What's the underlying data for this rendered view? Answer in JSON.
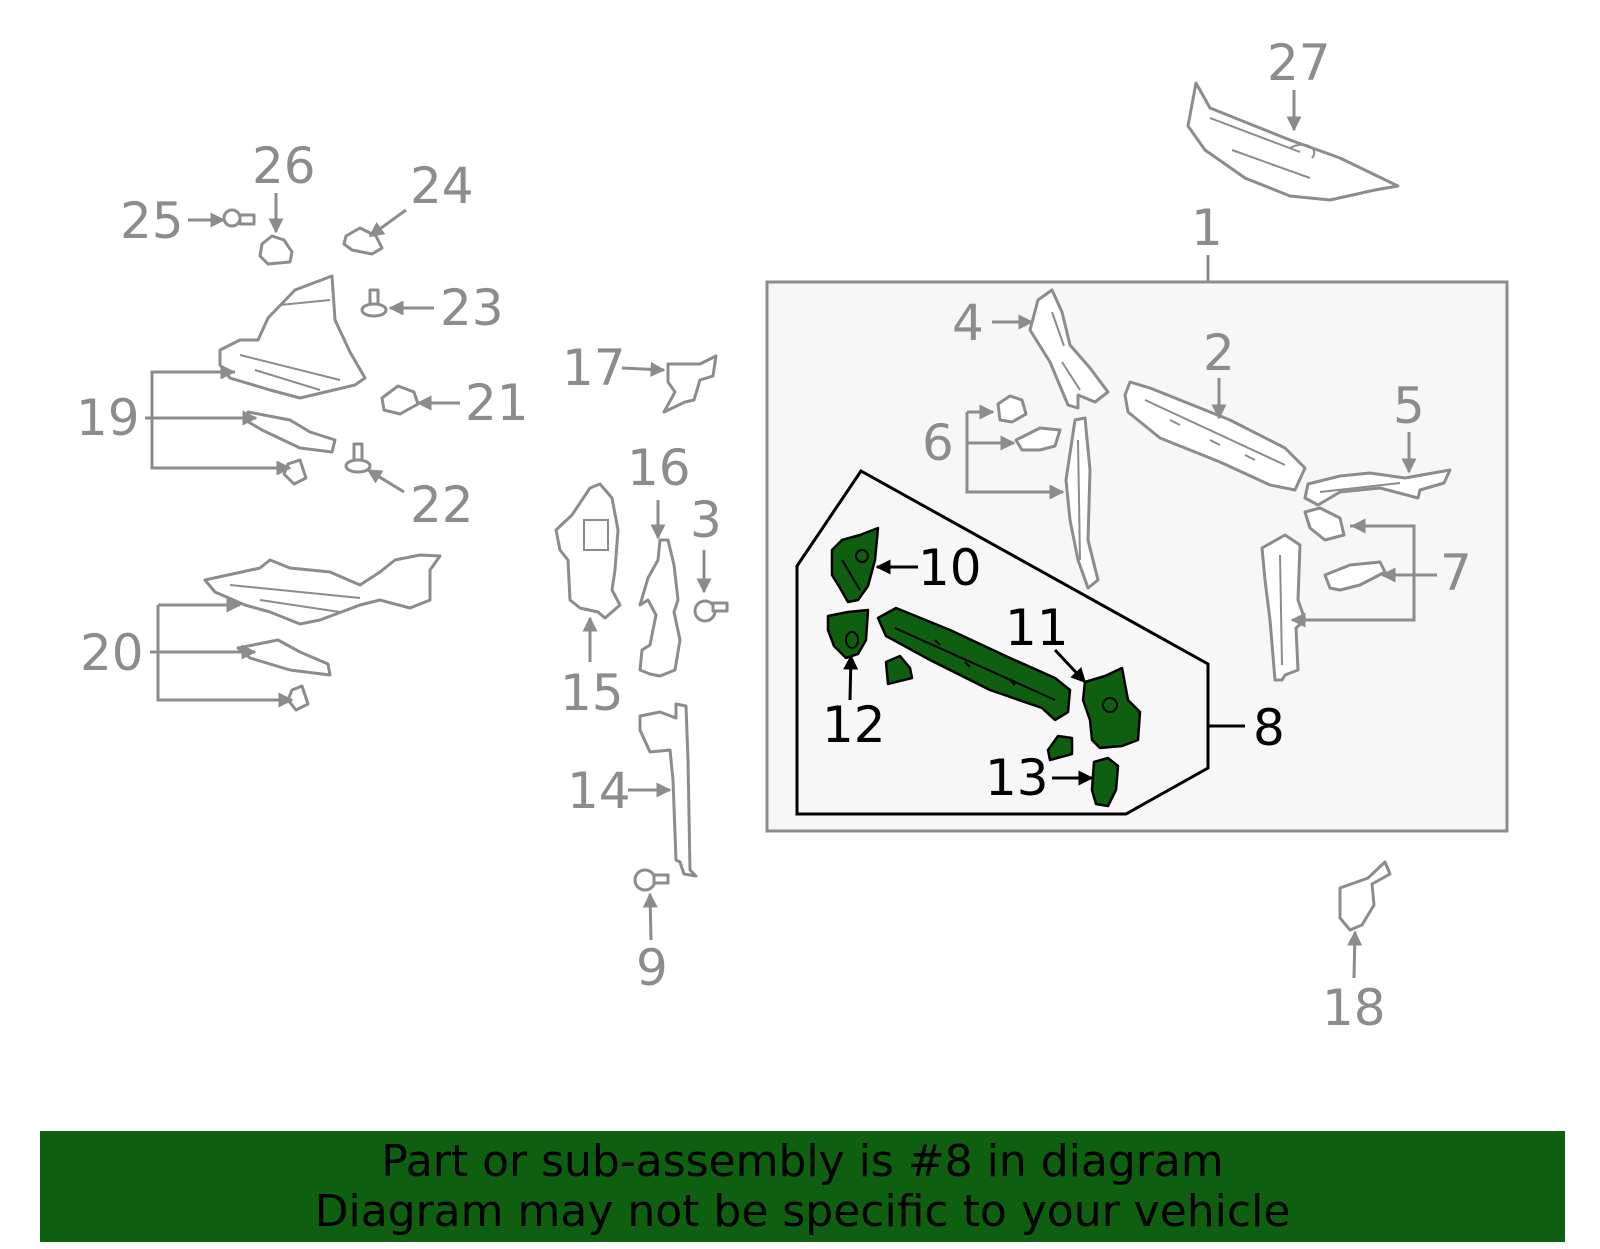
{
  "diagram": {
    "callouts": {
      "c1": "1",
      "c2": "2",
      "c3": "3",
      "c4": "4",
      "c5": "5",
      "c6": "6",
      "c7": "7",
      "c8": "8",
      "c9": "9",
      "c10": "10",
      "c11": "11",
      "c12": "12",
      "c13": "13",
      "c14": "14",
      "c15": "15",
      "c16": "16",
      "c17": "17",
      "c18": "18",
      "c19": "19",
      "c20": "20",
      "c21": "21",
      "c22": "22",
      "c23": "23",
      "c24": "24",
      "c25": "25",
      "c26": "26",
      "c27": "27"
    },
    "highlighted_part": "8",
    "colors": {
      "highlight_fill": "#0f5f10",
      "part_outline": "#8c8c8c",
      "assembly_box_fill": "#f7f7f7",
      "subassembly_outline": "#000000"
    }
  },
  "banner": {
    "line1": "Part or sub-assembly is #8 in diagram",
    "line2": "Diagram may not be specific to your vehicle"
  }
}
